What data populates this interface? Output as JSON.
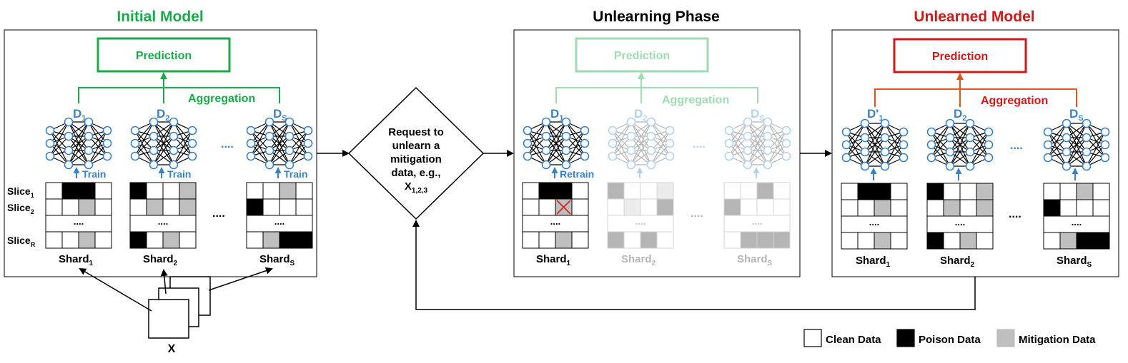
{
  "colors": {
    "initial": "#1aaa4a",
    "initial_faded": "#9fdcb3",
    "unlearned": "#cc1a1a",
    "unlearned_line": "#e0561a",
    "blue": "#3a82c6",
    "blue_faded": "#b4d2ee",
    "net_faded": "#b5b5b5",
    "poison": "#000000",
    "mitigation": "#bfbfbf",
    "clean": "#ffffff",
    "cross": "#e02020"
  },
  "titles": {
    "initial": "Initial Model",
    "unlearning": "Unlearning Phase",
    "unlearned": "Unlearned Model"
  },
  "labels": {
    "prediction": "Prediction",
    "aggregation": "Aggregation",
    "train": "Train",
    "retrain": "Retrain",
    "dots": "....",
    "shard": "Shard",
    "slice": "Slice",
    "d": "D",
    "d_prime": "D'",
    "x": "X",
    "sub_1": "1",
    "sub_2": "2",
    "sub_s": "S",
    "sub_r": "R"
  },
  "request": {
    "lines": [
      "Request to",
      "unlearn a",
      "mitigation",
      "data, e.g.,"
    ],
    "x": "X",
    "x_sub": "1,2,3"
  },
  "legend": {
    "clean": "Clean Data",
    "poison": "Poison Data",
    "mitigation": "Mitigation Data"
  },
  "shard_patterns": {
    "shard_1": [
      [
        "c",
        "p",
        "p",
        "c"
      ],
      [
        "c",
        "c",
        "m",
        "c"
      ],
      [
        "dots"
      ],
      [
        "c",
        "c",
        "m",
        "c"
      ]
    ],
    "shard_2": [
      [
        "p",
        "c",
        "c",
        "m"
      ],
      [
        "c",
        "m",
        "c",
        "m"
      ],
      [
        "dots"
      ],
      [
        "p",
        "c",
        "m",
        "c"
      ]
    ],
    "shard_s": [
      [
        "c",
        "c",
        "m",
        "c"
      ],
      [
        "p",
        "c",
        "c",
        "c"
      ],
      [
        "dots"
      ],
      [
        "c",
        "m",
        "p",
        "p"
      ]
    ]
  }
}
